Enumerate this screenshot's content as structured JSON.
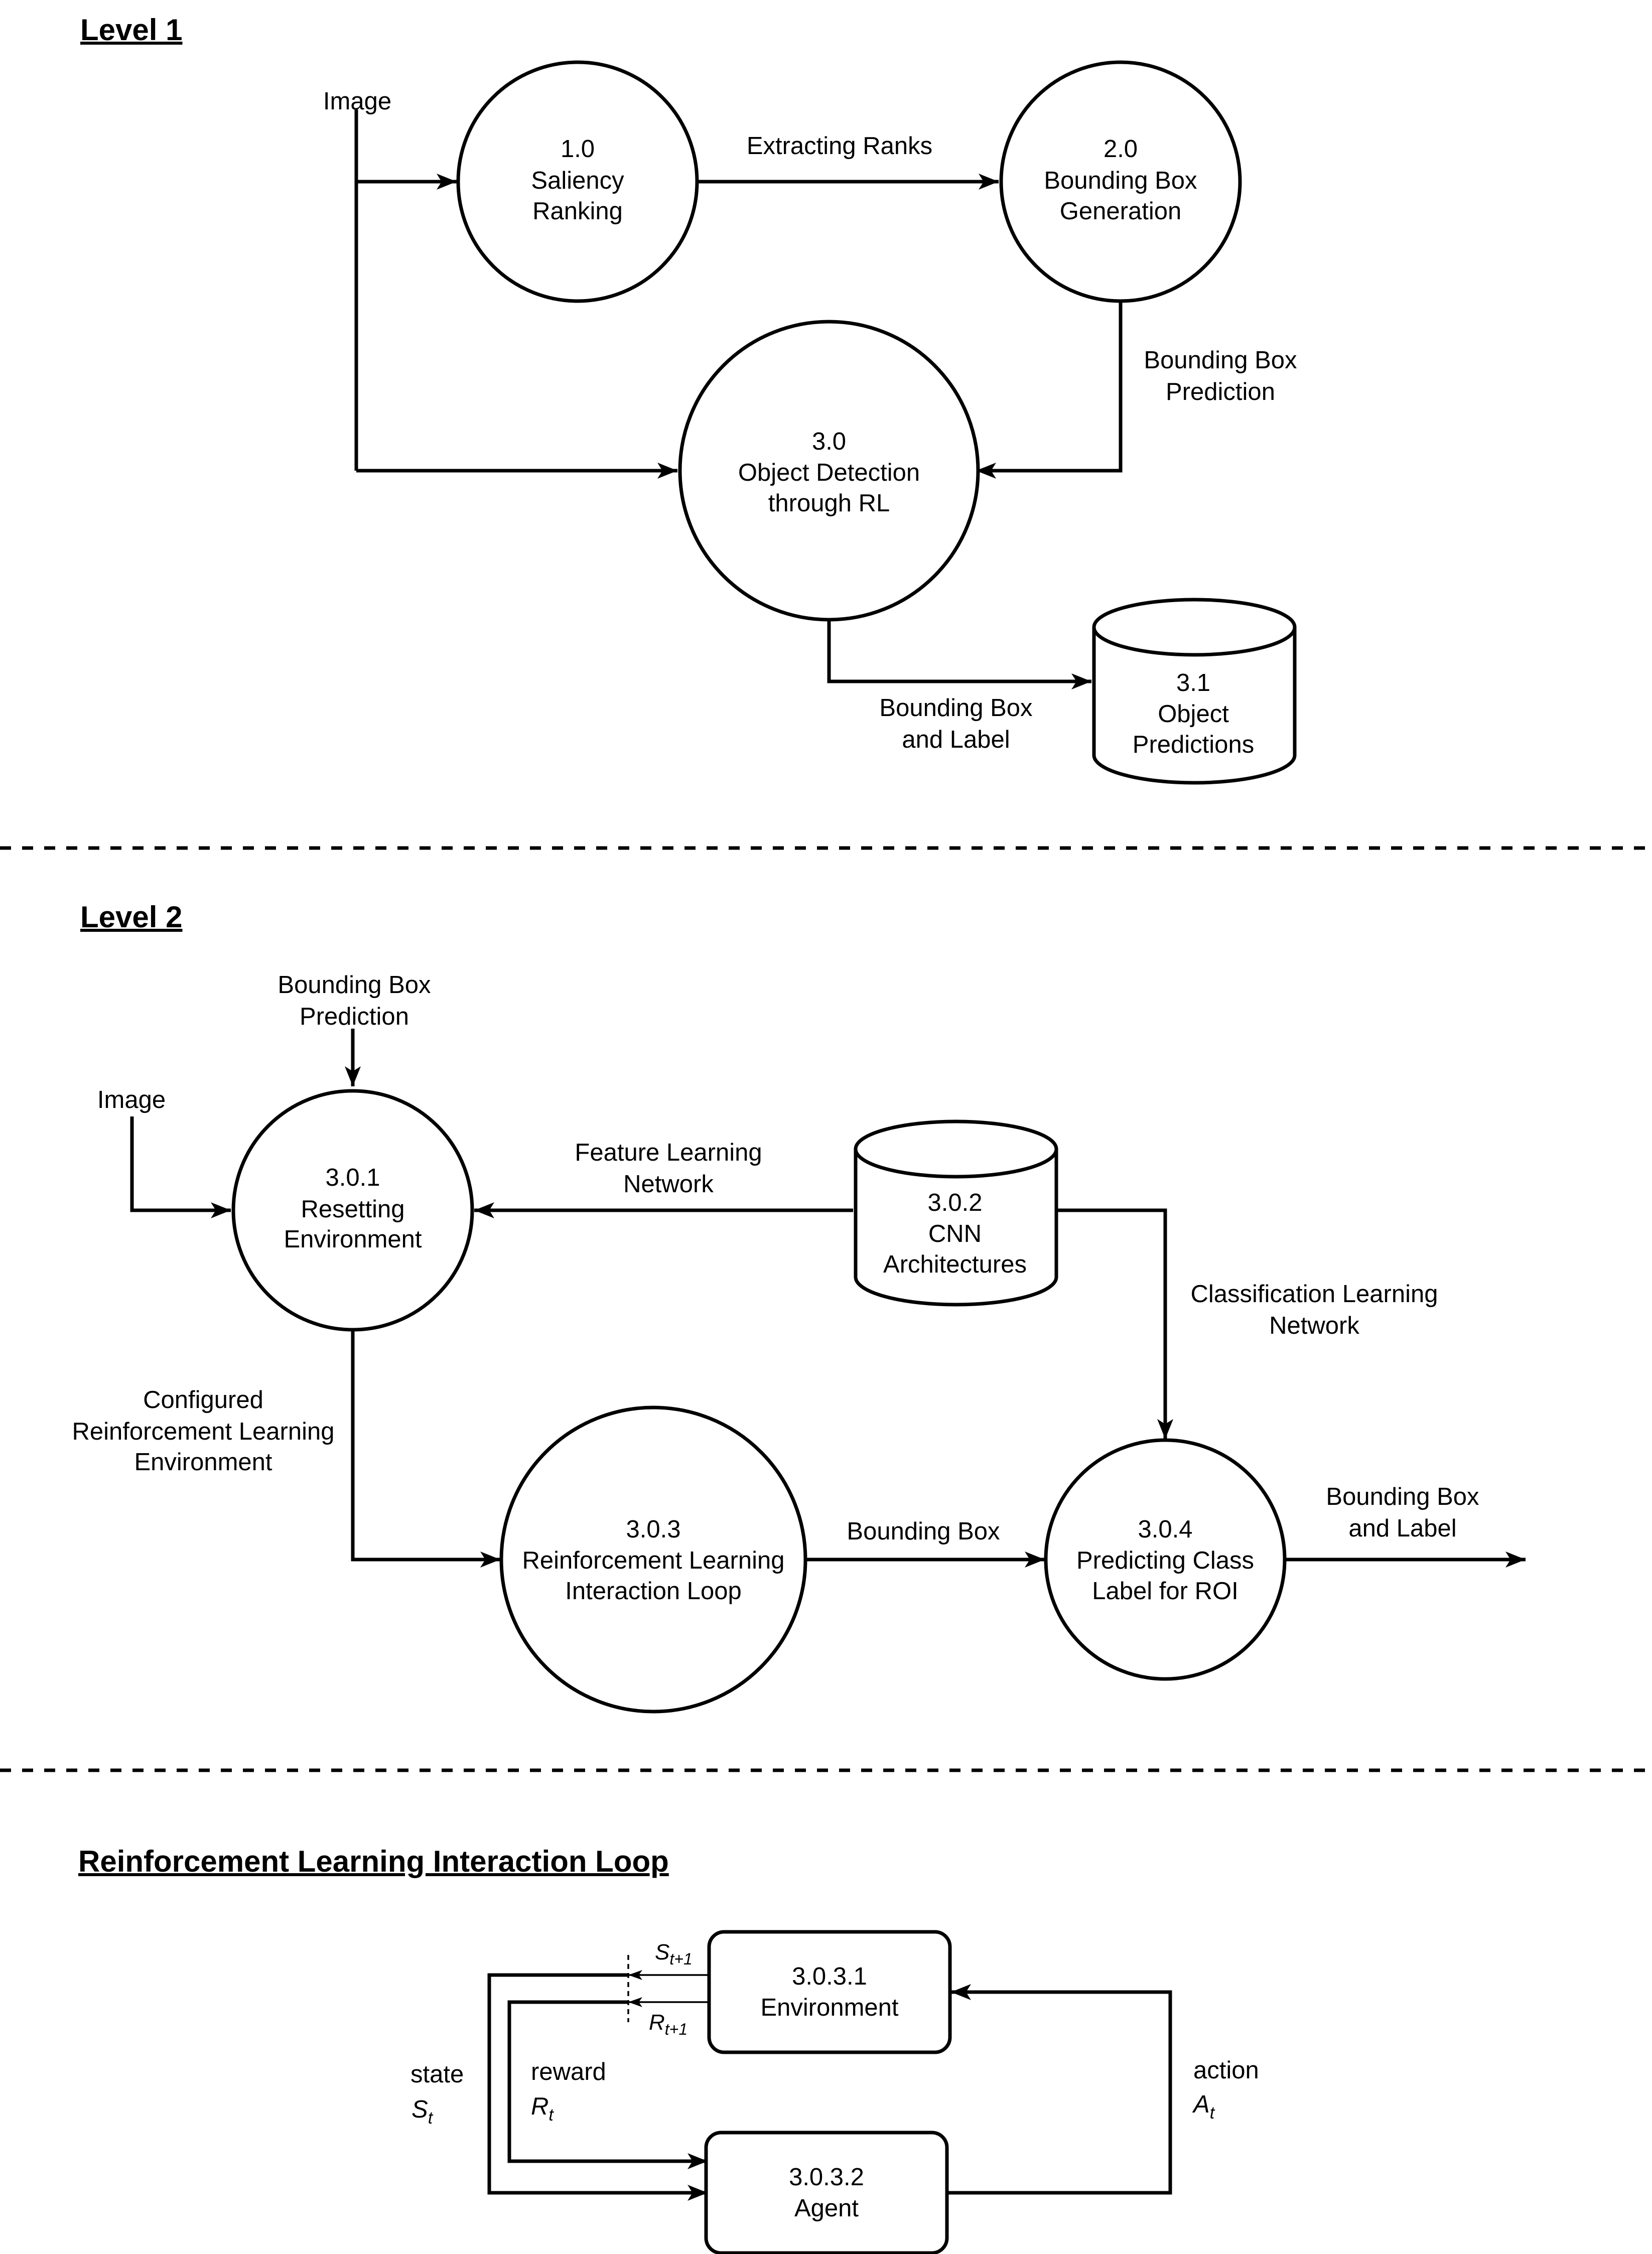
{
  "headings": {
    "level1": "Level 1",
    "level2": "Level 2",
    "loop": "Reinforcement Learning Interaction Loop"
  },
  "level1": {
    "input_image": "Image",
    "p1": {
      "id": "1.0",
      "line1": "Saliency",
      "line2": "Ranking"
    },
    "p2": {
      "id": "2.0",
      "line1": "Bounding Box",
      "line2": "Generation"
    },
    "p3": {
      "id": "3.0",
      "line1": "Object Detection",
      "line2": "through RL"
    },
    "store": {
      "id": "3.1",
      "line1": "Object",
      "line2": "Predictions"
    },
    "flow_ranks": "Extracting Ranks",
    "flow_bbox_pred": {
      "line1": "Bounding Box",
      "line2": "Prediction"
    },
    "flow_bbox_label": {
      "line1": "Bounding Box",
      "line2": "and Label"
    }
  },
  "level2": {
    "input_bbox_pred": {
      "line1": "Bounding Box",
      "line2": "Prediction"
    },
    "input_image": "Image",
    "p301": {
      "id": "3.0.1",
      "line1": "Resetting",
      "line2": "Environment"
    },
    "store302": {
      "id": "3.0.2",
      "line1": "CNN",
      "line2": "Architectures"
    },
    "p303": {
      "id": "3.0.3",
      "line1": "Reinforcement Learning",
      "line2": "Interaction Loop"
    },
    "p304": {
      "id": "3.0.4",
      "line1": "Predicting Class",
      "line2": "Label for ROI"
    },
    "flow_feature": {
      "line1": "Feature Learning",
      "line2": "Network"
    },
    "flow_class": {
      "line1": "Classification Learning",
      "line2": "Network"
    },
    "flow_config": {
      "line1": "Configured",
      "line2": "Reinforcement Learning",
      "line3": "Environment"
    },
    "flow_bbox": "Bounding Box",
    "output_bbox_label": {
      "line1": "Bounding Box",
      "line2": "and Label"
    }
  },
  "loop": {
    "env": {
      "id": "3.0.3.1",
      "name": "Environment"
    },
    "agent": {
      "id": "3.0.3.2",
      "name": "Agent"
    },
    "state": {
      "word": "state",
      "sym": "S",
      "sub": "t"
    },
    "reward": {
      "word": "reward",
      "sym": "R",
      "sub": "t"
    },
    "action": {
      "word": "action",
      "sym": "A",
      "sub": "t"
    },
    "next_state": {
      "sym": "S",
      "sub": "t+1"
    },
    "next_reward": {
      "sym": "R",
      "sub": "t+1"
    }
  }
}
